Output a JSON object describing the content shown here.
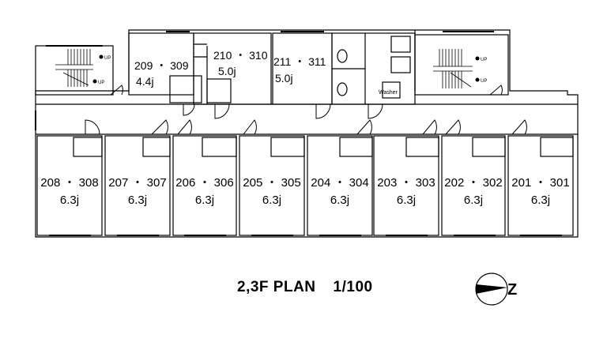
{
  "plan": {
    "title": "2,3F PLAN",
    "scale": "1/100",
    "north_label": "Z",
    "stair_up_label": "UP",
    "washer_label": "Washer",
    "rooms_top": [
      {
        "name": "209 ・ 309",
        "size": "4.4j"
      },
      {
        "name": "210 ・ 310",
        "size": "5.0j"
      },
      {
        "name": "211 ・ 311",
        "size": "5.0j"
      }
    ],
    "rooms_bottom": [
      {
        "name": "208 ・ 308",
        "size": "6.3j"
      },
      {
        "name": "207 ・ 307",
        "size": "6.3j"
      },
      {
        "name": "206 ・ 306",
        "size": "6.3j"
      },
      {
        "name": "205 ・ 305",
        "size": "6.3j"
      },
      {
        "name": "204 ・ 304",
        "size": "6.3j"
      },
      {
        "name": "203 ・ 303",
        "size": "6.3j"
      },
      {
        "name": "202 ・ 302",
        "size": "6.3j"
      },
      {
        "name": "201 ・ 301",
        "size": "6.3j"
      }
    ]
  }
}
